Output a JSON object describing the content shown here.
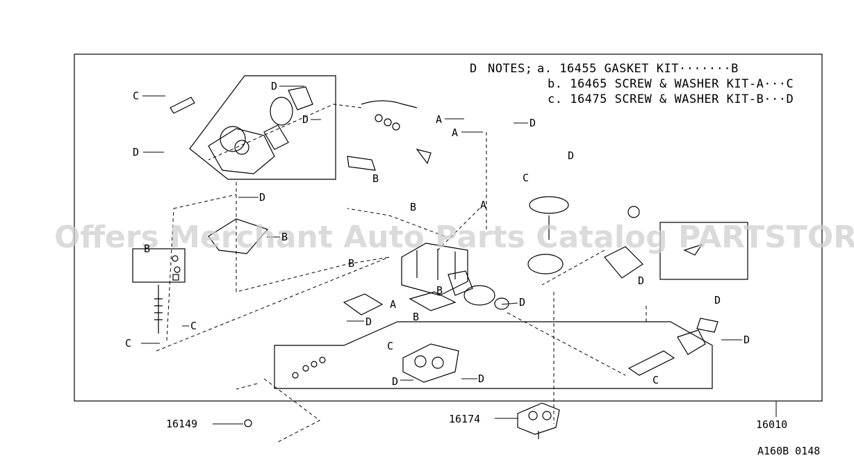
{
  "notes": {
    "header": "NOTES;",
    "line_a": "a. 16455 GASKET KIT·······B",
    "line_b": "b. 16465 SCREW & WASHER KIT-A···C",
    "line_c": "c. 16475 SCREW & WASHER KIT-B···D"
  },
  "watermark": "Offers Merchant Auto Parts Catalog PARTSTORE.SA",
  "part_numbers": {
    "p16149": "16149",
    "p16174": "16174",
    "p16010": "16010"
  },
  "diagram_code": "A160B 0148",
  "ref_labels": {
    "A": "A",
    "B": "B",
    "C": "C",
    "D": "D"
  },
  "colors": {
    "line": "#000000",
    "watermark": "#cfcfcf",
    "background": "#ffffff"
  }
}
